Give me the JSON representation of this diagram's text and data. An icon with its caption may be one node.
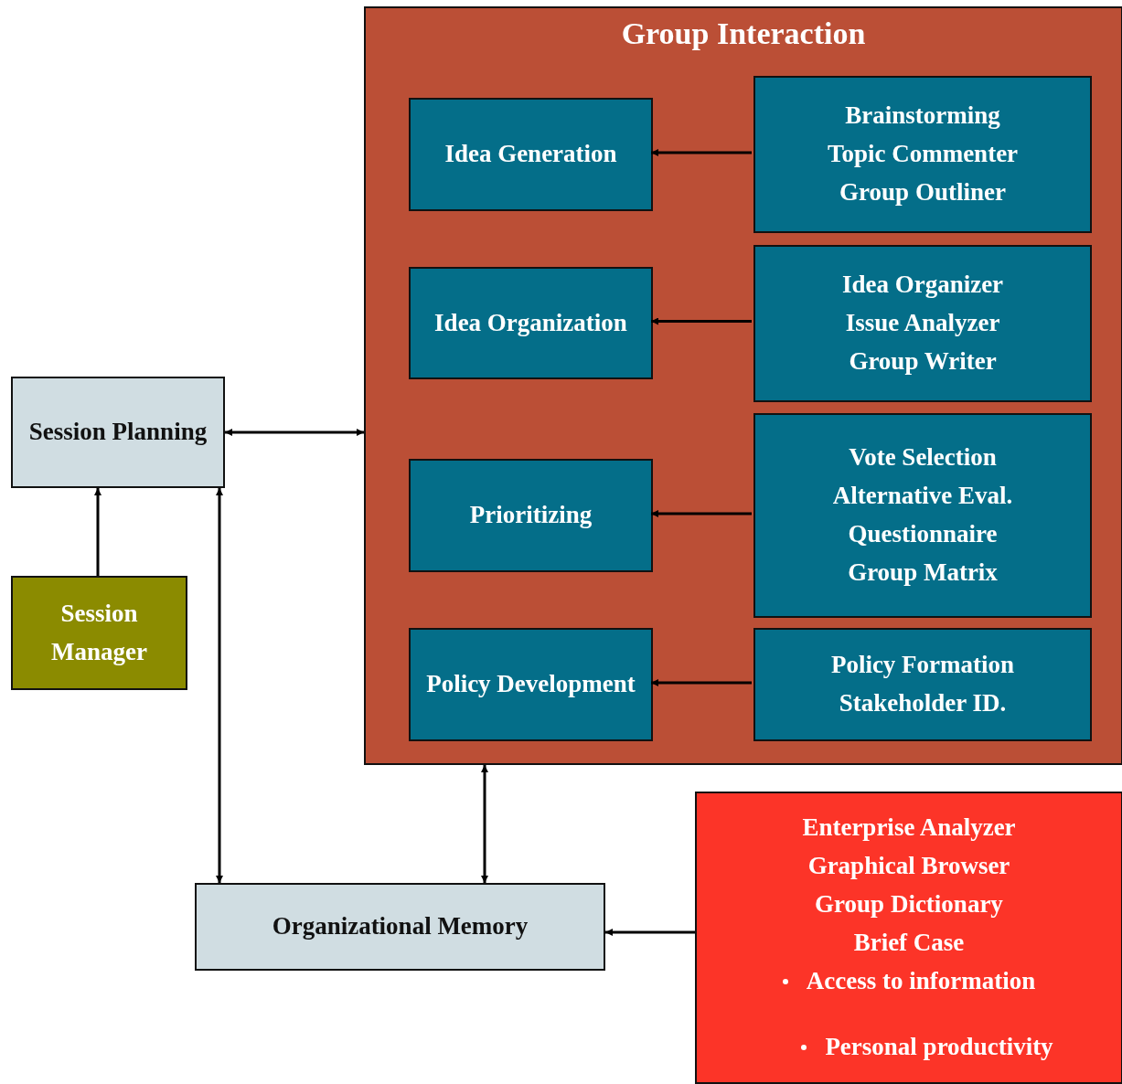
{
  "diagram": {
    "nodes": [
      {
        "text": [
          "Session Planning"
        ]
      },
      {
        "text": [
          "Session Manager"
        ]
      },
      {
        "text": [
          "Group Interaction"
        ]
      },
      {
        "text": [
          "Idea Generation"
        ],
        "in": 2
      },
      {
        "text": [
          "Brainstorming",
          "Topic Commenter",
          "Group Outliner"
        ],
        "in": 2
      },
      {
        "text": [
          "Idea Organization"
        ],
        "in": 2
      },
      {
        "text": [
          "Idea Organizer",
          "Issue Analyzer",
          "Group Writer"
        ],
        "in": 2
      },
      {
        "text": [
          "Prioritizing"
        ],
        "in": 2
      },
      {
        "text": [
          "Vote Selection",
          "Alternative Eval.",
          "Questionnaire",
          "Group Matrix"
        ],
        "in": 2
      },
      {
        "text": [
          "Policy Development"
        ],
        "in": 2
      },
      {
        "text": [
          "Policy Formation",
          "Stakeholder ID."
        ],
        "in": 2
      },
      {
        "text": [
          "Organizational Memory"
        ]
      },
      {
        "text": [
          "Enterprise Analyzer",
          "Graphical Browser",
          "Group Dictionary",
          "Brief Case",
          "Access to information",
          "Personal productivity"
        ]
      }
    ],
    "edges": [
      {
        "from": 4,
        "to": 3,
        "arrow": "to"
      },
      {
        "from": 6,
        "to": 5,
        "arrow": "to"
      },
      {
        "from": 8,
        "to": 7,
        "arrow": "to"
      },
      {
        "from": 10,
        "to": 9,
        "arrow": "to"
      },
      {
        "from": 0,
        "to": 2,
        "arrow": "both"
      },
      {
        "from": 1,
        "to": 0,
        "arrow": "to"
      },
      {
        "from": 0,
        "to": 11,
        "arrow": "both"
      },
      {
        "from": 2,
        "to": 11,
        "arrow": "both"
      },
      {
        "from": 12,
        "to": 11,
        "arrow": "to"
      }
    ]
  }
}
